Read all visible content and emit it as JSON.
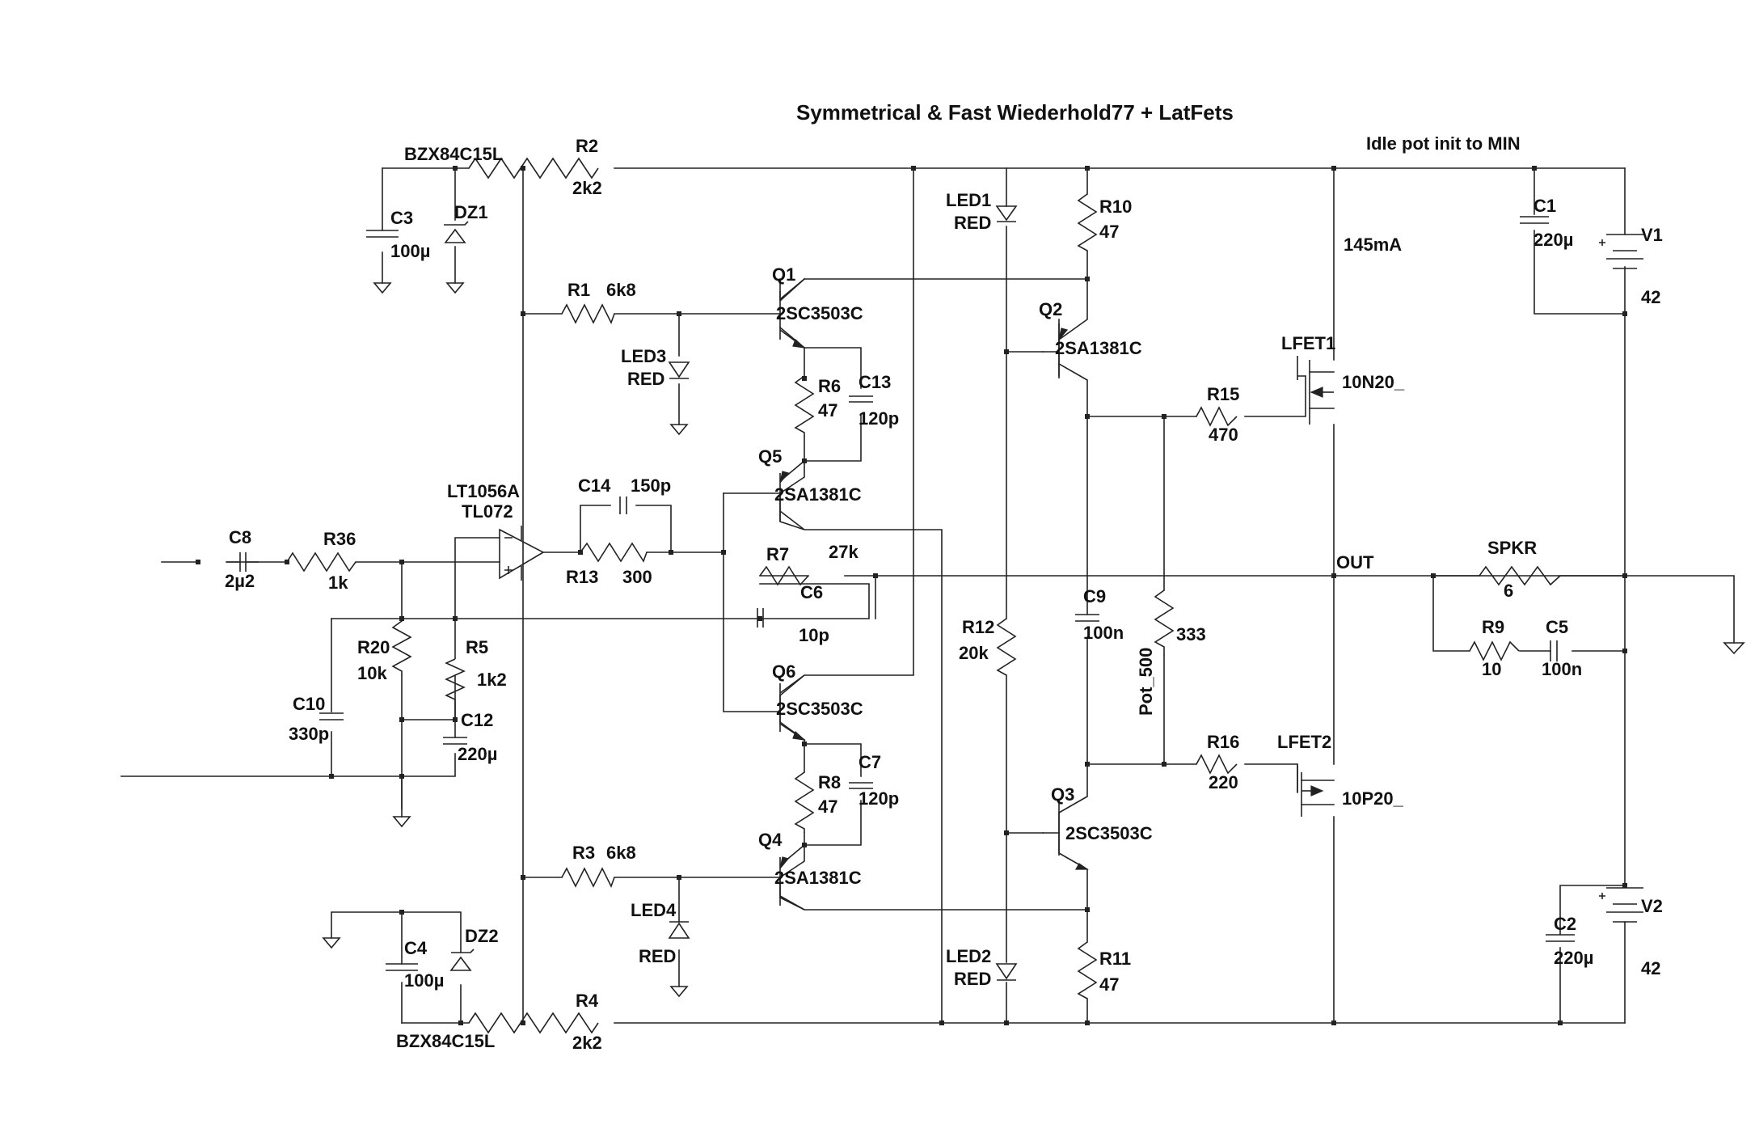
{
  "title": "Symmetrical & Fast Wiederhold77 + LatFets",
  "note_idle": "Idle pot init to MIN",
  "note_current": "145mA",
  "net_out": "OUT",
  "zener_top": "BZX84C15L",
  "zener_bottom": "BZX84C15L",
  "opamp_name": "LT1056A",
  "opamp_alt": "TL072",
  "components": {
    "R2": {
      "ref": "R2",
      "val": "2k2"
    },
    "R4": {
      "ref": "R4",
      "val": "2k2"
    },
    "R1": {
      "ref": "R1",
      "val": "6k8"
    },
    "R3": {
      "ref": "R3",
      "val": "6k8"
    },
    "R6": {
      "ref": "R6",
      "val": "47"
    },
    "R8": {
      "ref": "R8",
      "val": "47"
    },
    "R10": {
      "ref": "R10",
      "val": "47"
    },
    "R11": {
      "ref": "R11",
      "val": "47"
    },
    "R7": {
      "ref": "R7",
      "val": "27k"
    },
    "R13": {
      "ref": "R13",
      "val": "300"
    },
    "R36": {
      "ref": "R36",
      "val": "1k"
    },
    "R20": {
      "ref": "R20",
      "val": "10k"
    },
    "R5": {
      "ref": "R5",
      "val": "1k2"
    },
    "R12": {
      "ref": "R12",
      "val": "20k"
    },
    "R15": {
      "ref": "R15",
      "val": "470"
    },
    "R16": {
      "ref": "R16",
      "val": "220"
    },
    "R9": {
      "ref": "R9",
      "val": "10"
    },
    "POT": {
      "ref": "Pot_500",
      "val": "333"
    },
    "SPKR": {
      "ref": "SPKR",
      "val": "6"
    },
    "C1": {
      "ref": "C1",
      "val": "220µ"
    },
    "C2": {
      "ref": "C2",
      "val": "220µ"
    },
    "C3": {
      "ref": "C3",
      "val": "100µ"
    },
    "C4": {
      "ref": "C4",
      "val": "100µ"
    },
    "C5": {
      "ref": "C5",
      "val": "100n"
    },
    "C6": {
      "ref": "C6",
      "val": "10p"
    },
    "C7": {
      "ref": "C7",
      "val": "120p"
    },
    "C8": {
      "ref": "C8",
      "val": "2µ2"
    },
    "C9": {
      "ref": "C9",
      "val": "100n"
    },
    "C10": {
      "ref": "C10",
      "val": "330p"
    },
    "C12": {
      "ref": "C12",
      "val": "220µ"
    },
    "C13": {
      "ref": "C13",
      "val": "120p"
    },
    "C14": {
      "ref": "C14",
      "val": "150p"
    },
    "Q1": {
      "ref": "Q1",
      "val": "2SC3503C"
    },
    "Q2": {
      "ref": "Q2",
      "val": "2SA1381C"
    },
    "Q3": {
      "ref": "Q3",
      "val": "2SC3503C"
    },
    "Q4": {
      "ref": "Q4",
      "val": "2SA1381C"
    },
    "Q5": {
      "ref": "Q5",
      "val": "2SA1381C"
    },
    "Q6": {
      "ref": "Q6",
      "val": "2SC3503C"
    },
    "LFET1": {
      "ref": "LFET1",
      "val": "10N20_"
    },
    "LFET2": {
      "ref": "LFET2",
      "val": "10P20_"
    },
    "LED1": {
      "ref": "LED1",
      "val": "RED"
    },
    "LED2": {
      "ref": "LED2",
      "val": "RED"
    },
    "LED3": {
      "ref": "LED3",
      "val": "RED"
    },
    "LED4": {
      "ref": "LED4",
      "val": "RED"
    },
    "DZ1": {
      "ref": "DZ1"
    },
    "DZ2": {
      "ref": "DZ2"
    },
    "V1": {
      "ref": "V1",
      "val": "42"
    },
    "V2": {
      "ref": "V2",
      "val": "42"
    }
  }
}
